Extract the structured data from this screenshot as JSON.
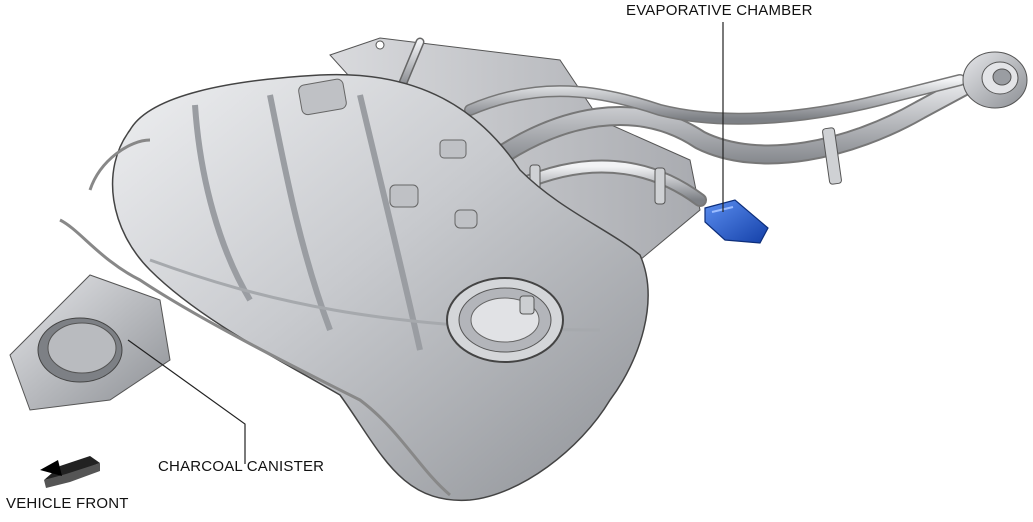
{
  "labels": {
    "evaporative_chamber": "EVAPORATIVE CHAMBER",
    "charcoal_canister": "CHARCOAL CANISTER",
    "vehicle_front": "VEHICLE FRONT"
  },
  "icons": {
    "direction": "vehicle-front-arrow-icon"
  },
  "colors": {
    "highlight": "#1f5fd0",
    "tank_metal": "#c9cbcf",
    "outline": "#333333"
  }
}
